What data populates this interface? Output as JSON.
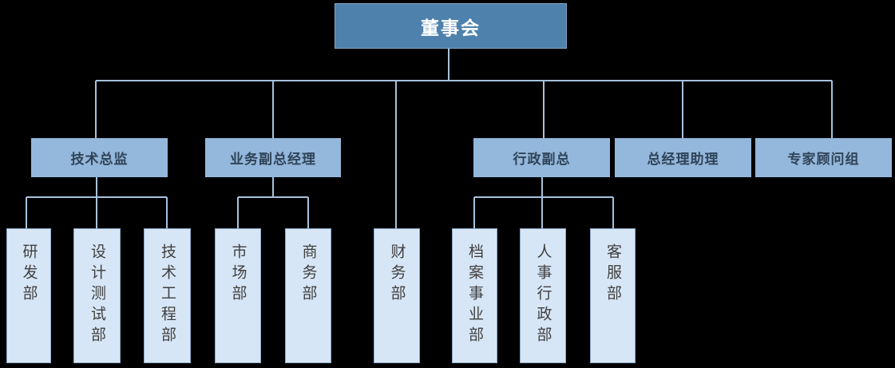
{
  "org": {
    "root": {
      "label": "董事会"
    },
    "executives": [
      {
        "label": "技术总监",
        "reports_to": "董事会"
      },
      {
        "label": "业务副总经理",
        "reports_to": "董事会"
      },
      {
        "label": "行政副总",
        "reports_to": "董事会"
      },
      {
        "label": "总经理助理",
        "reports_to": "董事会"
      },
      {
        "label": "专家顾问组",
        "reports_to": "董事会"
      }
    ],
    "departments": [
      {
        "label": "研发部",
        "reports_to": "技术总监"
      },
      {
        "label": "设计测试部",
        "reports_to": "技术总监"
      },
      {
        "label": "技术工程部",
        "reports_to": "技术总监"
      },
      {
        "label": "市场部",
        "reports_to": "业务副总经理"
      },
      {
        "label": "商务部",
        "reports_to": "业务副总经理"
      },
      {
        "label": "财务部",
        "reports_to": "董事会"
      },
      {
        "label": "档案事业部",
        "reports_to": "行政副总"
      },
      {
        "label": "人事行政部",
        "reports_to": "行政副总"
      },
      {
        "label": "客服部",
        "reports_to": "行政副总"
      }
    ]
  },
  "colors": {
    "background": "#000000",
    "root_fill": "#4E82AD",
    "root_text": "#FFFFFF",
    "executive_fill": "#94B7DC",
    "executive_text": "#2F4457",
    "department_fill": "#D7E6F6",
    "department_border": "#8EA9C9",
    "department_text": "#404040",
    "connector": "#A6C2DC"
  }
}
